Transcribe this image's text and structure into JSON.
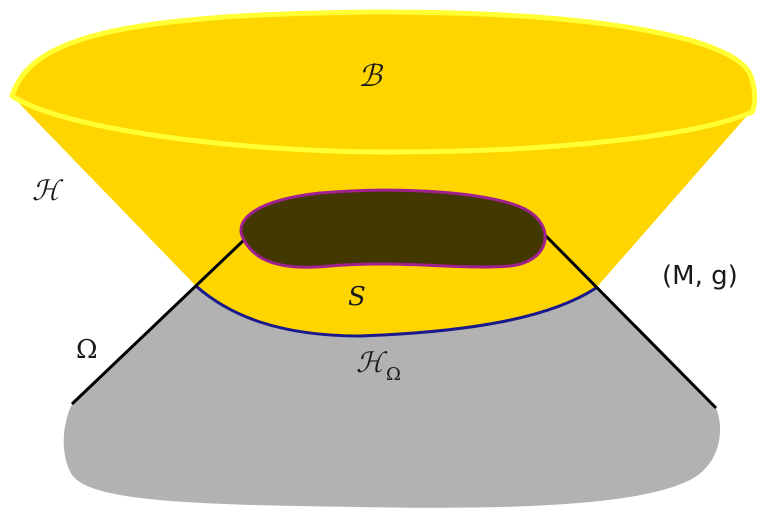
{
  "labels": {
    "boundary_B": "ℬ",
    "horizon_H": "ℋ",
    "surface_S": "S",
    "spacetime": "(M, g)",
    "region_omega": "Ω",
    "horizon_omega_base": "ℋ",
    "horizon_omega_sub": "Ω"
  },
  "colors": {
    "cone_fill": "#ffd500",
    "rim_stroke": "#ffff33",
    "surface_fill": "#433800",
    "surface_stroke": "#a0208f",
    "horizon_omega_stroke": "#1a1a8c",
    "omega_fill": "#b2b2b2",
    "omega_edge": "#000000"
  }
}
